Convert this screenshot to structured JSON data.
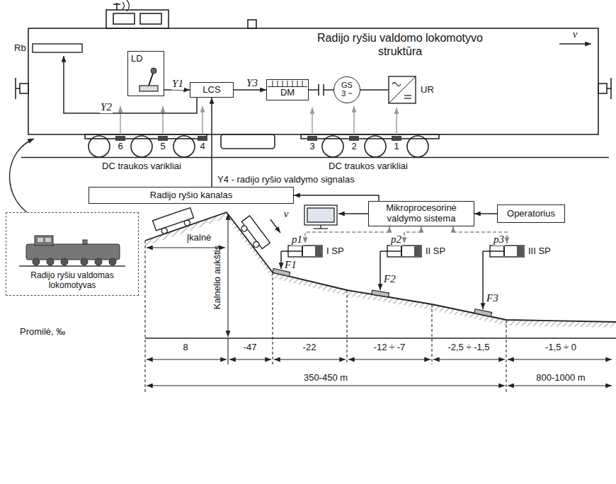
{
  "diagram": {
    "title": "Radijo ryšiu valdomo lokomotyvo struktūra",
    "nodes": [
      {
        "text": [
          "Rb"
        ]
      },
      {
        "text": [
          "LD"
        ]
      },
      {
        "text": [
          "LCS"
        ]
      },
      {
        "text": [
          "DM"
        ]
      },
      {
        "text": [
          "GS 3 ~"
        ]
      },
      {
        "text": [
          "UR"
        ]
      },
      {
        "text": [
          "Radijo ryšio kanalas"
        ]
      },
      {
        "text": [
          "Mikroprocesorinė valdymo sistema"
        ]
      },
      {
        "text": [
          "Operatorius"
        ]
      },
      {
        "text": [
          "Radijo ryšiu valdomas lokomotyvas"
        ]
      },
      {
        "text": [
          "I SP"
        ]
      },
      {
        "text": [
          "II SP"
        ]
      },
      {
        "text": [
          "III SP"
        ]
      }
    ],
    "edges": [
      {
        "from": 1,
        "to": 2,
        "arrow": "to",
        "label": "Y1"
      },
      {
        "from": 2,
        "to": 0,
        "arrow": "to",
        "label": "Y2"
      },
      {
        "from": 2,
        "to": 3,
        "arrow": "to",
        "label": "Y3"
      },
      {
        "from": 3,
        "to": 4,
        "arrow": "none"
      },
      {
        "from": 4,
        "to": 5,
        "arrow": "none"
      },
      {
        "from": 6,
        "to": 2,
        "arrow": "to",
        "label": "Y4 - radijo ryšio valdymo signalas"
      },
      {
        "from": 7,
        "to": 6,
        "arrow": "to"
      },
      {
        "from": 8,
        "to": 7,
        "arrow": "to"
      },
      {
        "from": 7,
        "to": 10,
        "arrow": "both",
        "label": "p1"
      },
      {
        "from": 7,
        "to": 11,
        "arrow": "both",
        "label": "p2"
      },
      {
        "from": 7,
        "to": 12,
        "arrow": "both",
        "label": "p3"
      }
    ],
    "labels": [
      "v",
      "6",
      "5",
      "4",
      "3",
      "2",
      "1",
      "DC traukos varikliai",
      "DC traukos varikliai",
      "Įkalnė",
      "Kalnelio aukštis",
      "v",
      "F1",
      "F2",
      "F3",
      "Promilė, ‰",
      "8",
      "-47",
      "-22",
      "-12 ÷ -7",
      "-2,5 ÷ -1,5",
      "-1,5 ÷ 0",
      "350-450 m",
      "800-1000 m"
    ]
  }
}
